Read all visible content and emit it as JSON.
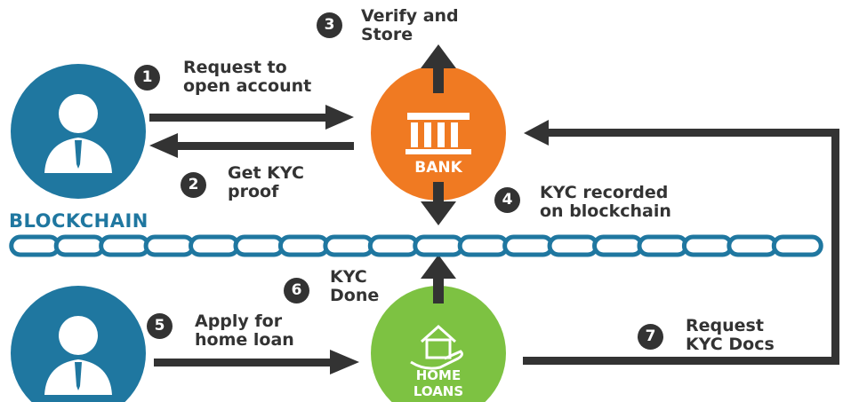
{
  "colors": {
    "dark": "#333333",
    "blue": "#1f77a0",
    "orange": "#f07a22",
    "green": "#7dc242",
    "white": "#ffffff"
  },
  "chain_label": "BLOCKCHAIN",
  "nodes": {
    "bank": {
      "label": "BANK",
      "icon": "bank-building-icon"
    },
    "home_loans": {
      "label_line1": "HOME",
      "label_line2": "LOANS",
      "icon": "house-in-hand-icon"
    },
    "customer_top": {
      "icon": "person-icon"
    },
    "customer_bottom": {
      "icon": "person-icon"
    }
  },
  "steps": [
    {
      "num": "1",
      "line1": "Request to",
      "line2": "open account"
    },
    {
      "num": "2",
      "line1": "Get KYC",
      "line2": "proof"
    },
    {
      "num": "3",
      "line1": "Verify and",
      "line2": "Store"
    },
    {
      "num": "4",
      "line1": "KYC recorded",
      "line2": "on blockchain"
    },
    {
      "num": "5",
      "line1": "Apply for",
      "line2": "home loan"
    },
    {
      "num": "6",
      "line1": "KYC",
      "line2": "Done"
    },
    {
      "num": "7",
      "line1": "Request",
      "line2": "KYC Docs"
    }
  ]
}
